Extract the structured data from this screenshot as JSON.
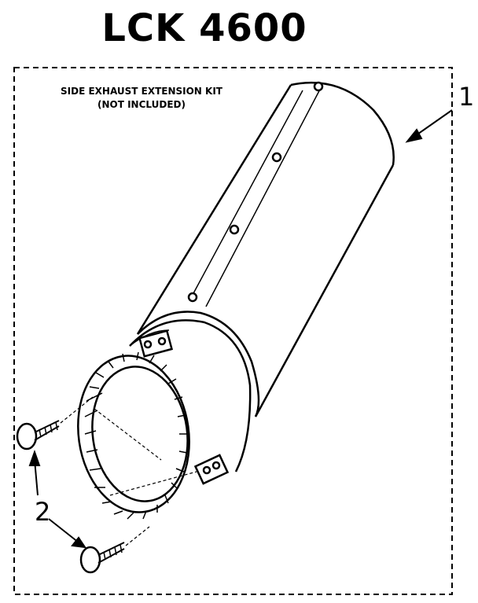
{
  "title": "LCK 4600",
  "kit_label": {
    "line1": "SIDE EXHAUST EXTENSION KIT",
    "line2": "(NOT INCLUDED)"
  },
  "callouts": {
    "part1": "1",
    "part2": "2"
  }
}
